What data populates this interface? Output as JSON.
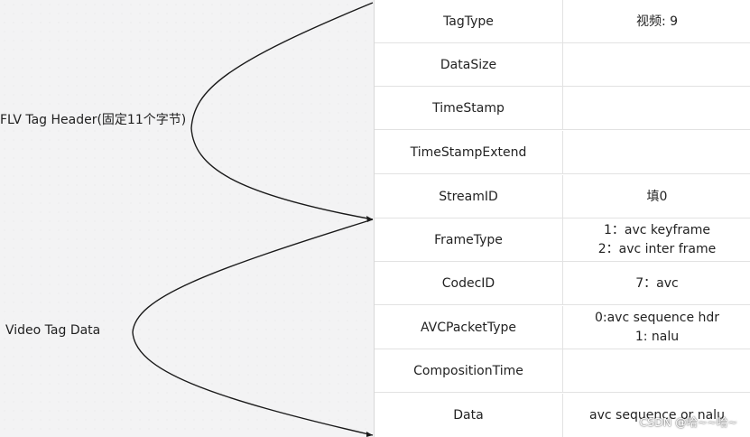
{
  "labels": {
    "header": "FLV Tag Header(固定11个字节)",
    "data": "Video Tag  Data"
  },
  "rows": [
    {
      "name": "TagType",
      "value": "视频: 9"
    },
    {
      "name": "DataSize",
      "value": ""
    },
    {
      "name": "TimeStamp",
      "value": ""
    },
    {
      "name": "TimeStampExtend",
      "value": ""
    },
    {
      "name": "StreamID",
      "value": "填0"
    },
    {
      "name": "FrameType",
      "value": "1：avc keyframe\n2：avc inter frame"
    },
    {
      "name": "CodecID",
      "value": "7：avc"
    },
    {
      "name": "AVCPacketType",
      "value": "0:avc sequence hdr\n1: nalu"
    },
    {
      "name": "CompositionTime",
      "value": ""
    },
    {
      "name": "Data",
      "value": "avc sequence or nalu"
    }
  ],
  "watermark": "CSDN @哈~~哈~",
  "colors": {
    "curve": "#1a1a1a",
    "background": "#f3f3f4",
    "table_background": "#ffffff",
    "grid": "#e2e2e2"
  }
}
